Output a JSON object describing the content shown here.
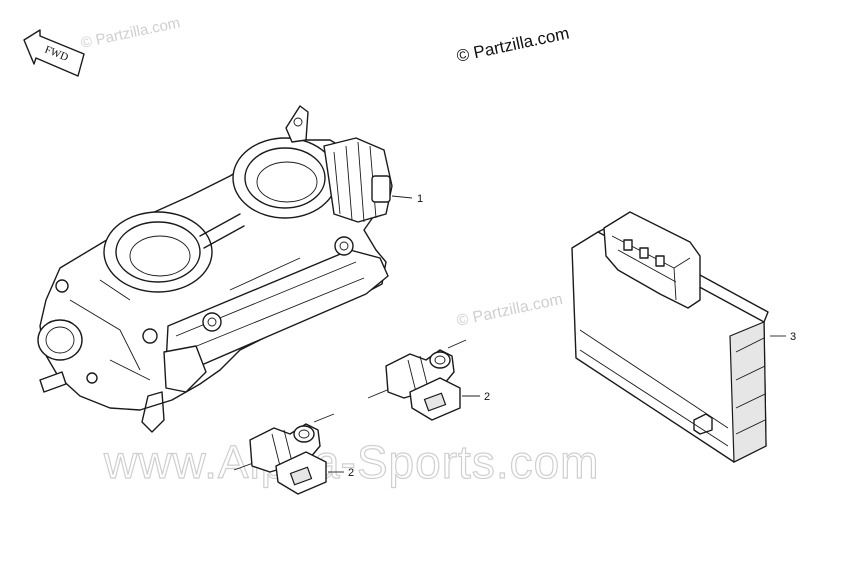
{
  "copyright": "© Partzilla.com",
  "watermarks": {
    "top_left": "© Partzilla.com",
    "mid_right": "© Partzilla.com",
    "banner": "www.Alpha-Sports.com"
  },
  "fwd_badge": "FWD",
  "callouts": [
    {
      "id": "throttle-body",
      "label": "1"
    },
    {
      "id": "injector-upper",
      "label": "2"
    },
    {
      "id": "injector-lower",
      "label": "2"
    },
    {
      "id": "ecu-module",
      "label": "3"
    }
  ]
}
